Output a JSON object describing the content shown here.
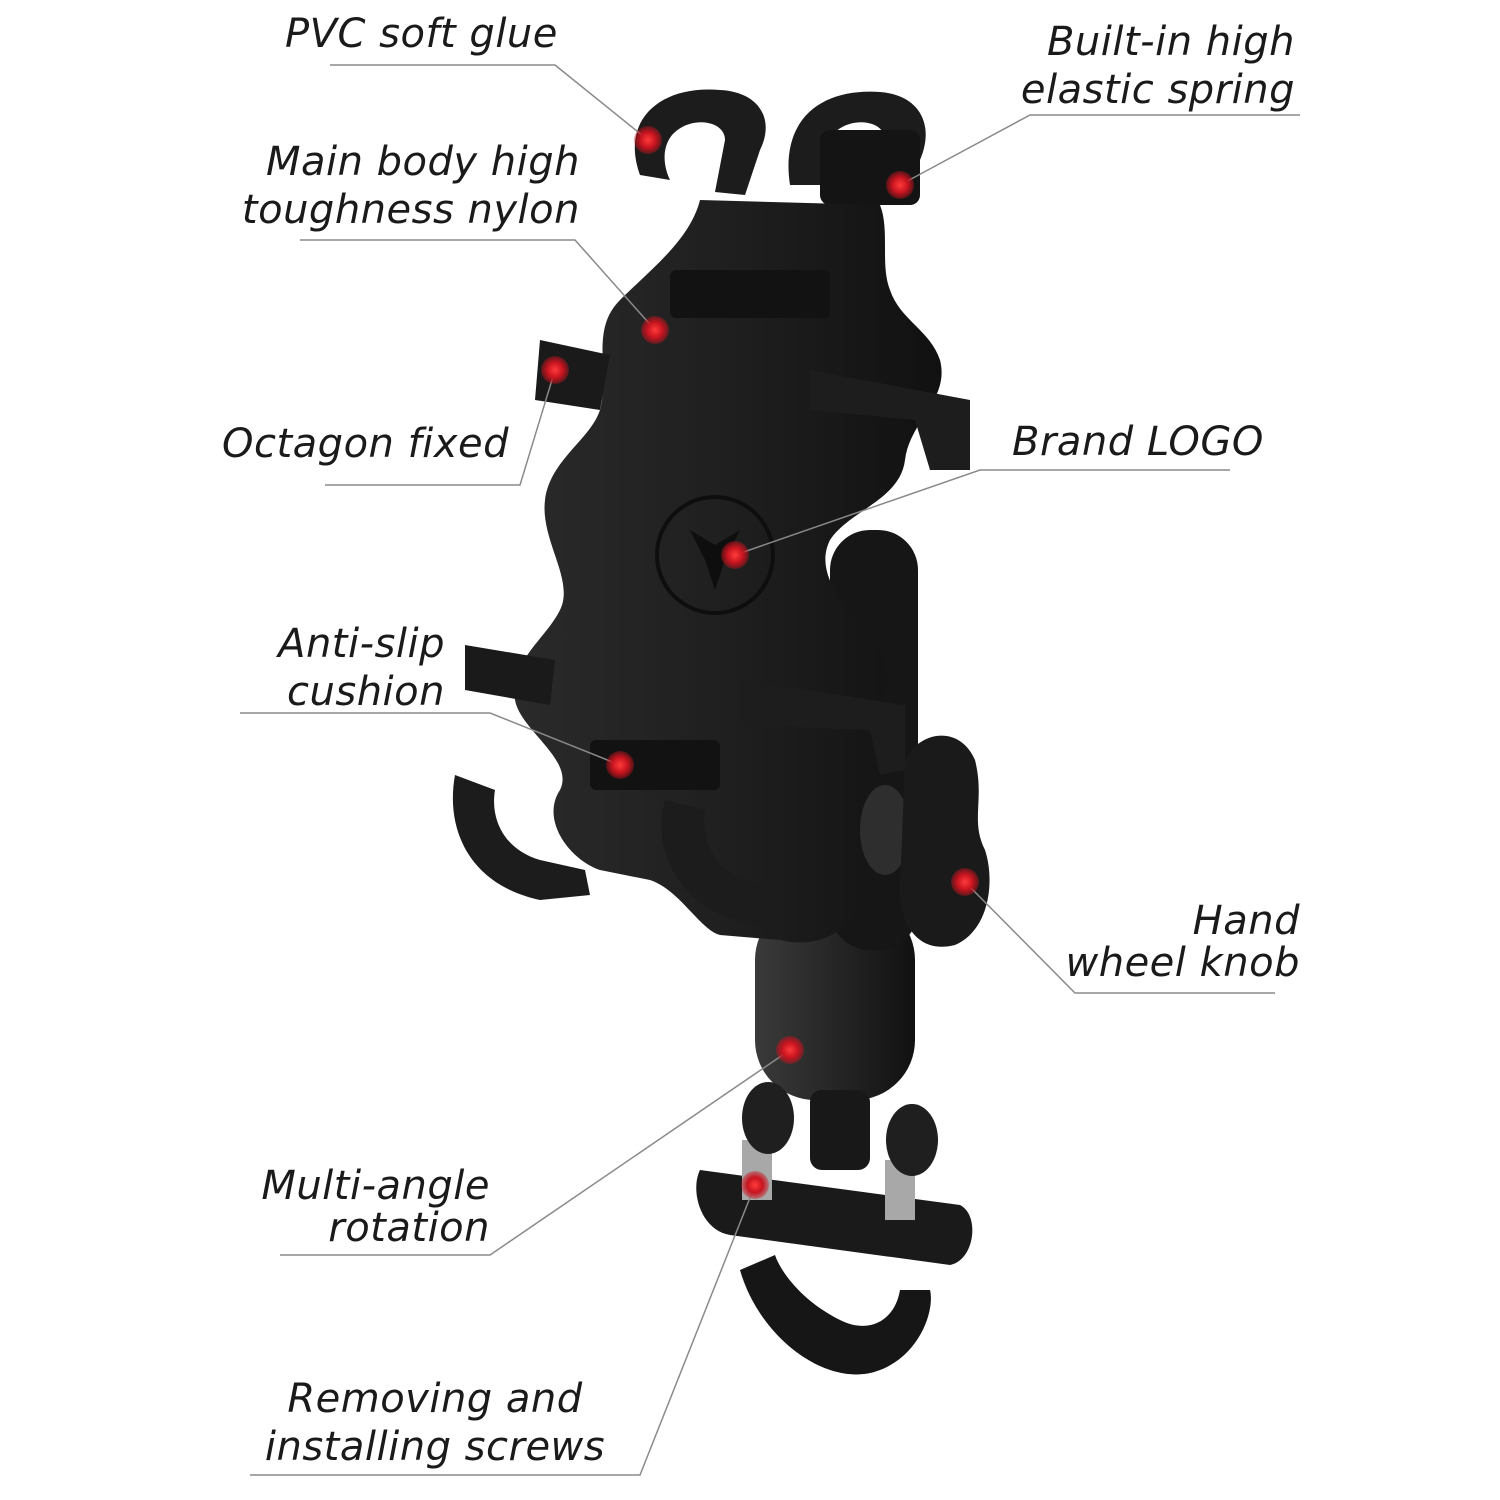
{
  "labels": {
    "pvc": {
      "lines": [
        "PVC soft glue"
      ]
    },
    "spring": {
      "lines": [
        "Built-in high",
        "elastic spring"
      ]
    },
    "nylon": {
      "lines": [
        "Main body high",
        "toughness nylon"
      ]
    },
    "octagon": {
      "lines": [
        "Octagon fixed"
      ]
    },
    "logo": {
      "lines": [
        "Brand LOGO"
      ]
    },
    "antislip": {
      "lines": [
        "Anti-slip",
        "cushion"
      ]
    },
    "knob": {
      "lines": [
        "Hand",
        "wheel knob"
      ]
    },
    "rotation": {
      "lines": [
        "Multi-angle",
        "rotation"
      ]
    },
    "screws": {
      "lines": [
        "Removing and",
        "installing screws"
      ]
    }
  },
  "colors": {
    "text": "#1a1a1a",
    "leader_line": "#8a8a8a",
    "marker": "#d8232f",
    "product": "#1b1b1b"
  }
}
